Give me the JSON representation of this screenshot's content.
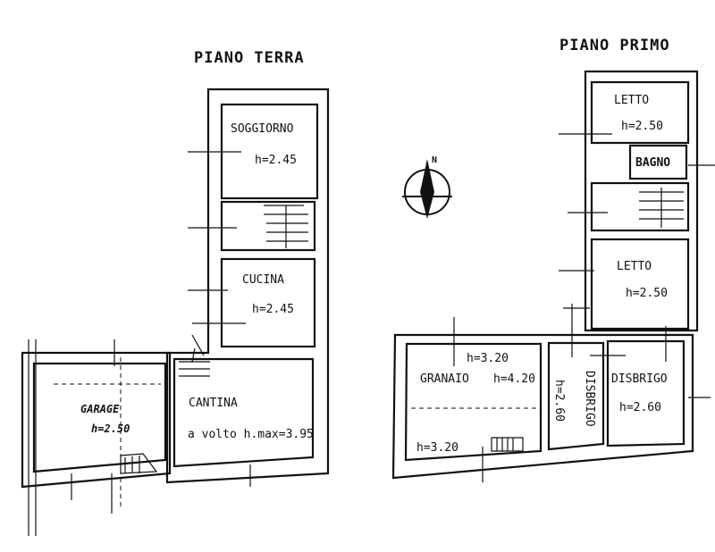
{
  "ground_floor": {
    "title": "PIANO TERRA",
    "rooms": {
      "soggiorno": {
        "name": "SOGGIORNO",
        "height": "h=2.45"
      },
      "cucina": {
        "name": "CUCINA",
        "height": "h=2.45"
      },
      "cantina": {
        "name": "CANTINA",
        "height": "a volto h.max=3.95"
      },
      "garage": {
        "name": "GARAGE",
        "height": "h=2.50"
      }
    }
  },
  "first_floor": {
    "title": "PIANO PRIMO",
    "rooms": {
      "letto1": {
        "name": "LETTO",
        "height": "h=2.50"
      },
      "bagno": {
        "name": "BAGNO"
      },
      "letto2": {
        "name": "LETTO",
        "height": "h=2.50"
      },
      "granaio": {
        "name": "GRANAIO",
        "height": "h=4.20",
        "height_top": "h=3.20",
        "height_bottom": "h=3.20"
      },
      "disbrigo_small": {
        "name": "DISBRIGO",
        "height": "h=2.60"
      },
      "disbrigo": {
        "name": "DISBRIGO",
        "height": "h=2.60"
      }
    }
  },
  "compass": {
    "north_label": "N"
  }
}
